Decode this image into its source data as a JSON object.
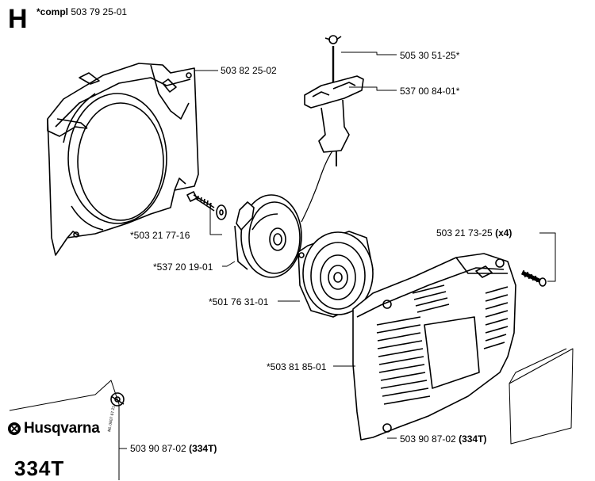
{
  "section": {
    "letter": "H"
  },
  "assembly": {
    "marker": "*compl",
    "part_number": "503 79 25-01"
  },
  "labels": {
    "starter_housing": "503 82 25-02",
    "rope": "505 30 51-25*",
    "handle": "537 00 84-01*",
    "screw_small": "*503 21 77-16",
    "pulley": "*537 20 19-01",
    "spring": "*501 76 31-01",
    "cover_screw": "503 21 73-25",
    "cover_screw_qty": "(x4)",
    "cover": "*503 81 85-01",
    "decal_left": "503 90 87-02",
    "decal_left_model": "(334T)",
    "decal_right": "503 90 87-02",
    "decal_right_model": "(334T)"
  },
  "brand": {
    "name": "Husqvarna",
    "model": "334T"
  },
  "decal_small_text": "ML 0807 67 21"
}
